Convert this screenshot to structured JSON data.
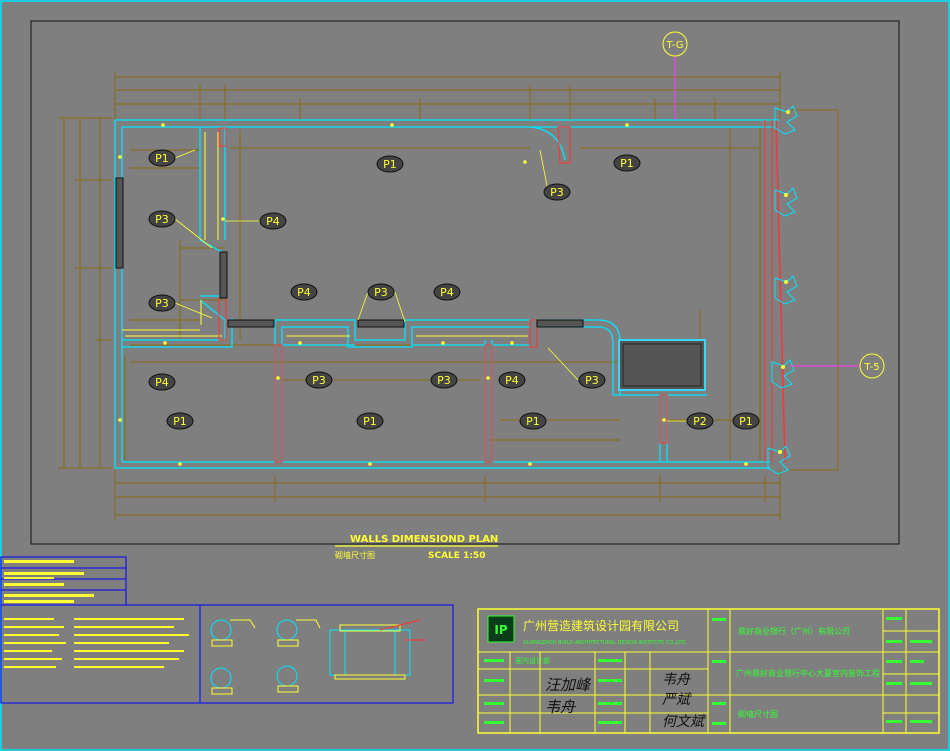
{
  "plan": {
    "title": "WALLS DIMENSIOND PLAN",
    "subtitle_cn": "砌墙尺寸图",
    "scale": "SCALE 1:50"
  },
  "tags": {
    "P1": "P1",
    "P2": "P2",
    "P3": "P3",
    "P4": "P4"
  },
  "elevation_markers": [
    "T-G",
    "T-5"
  ],
  "title_block": {
    "company_cn": "广州营造建筑设计园有限公司",
    "company_en": "GUANGZHOU BUILD ARCHITECTURAL DESIGN INSTITUTE CO.,LTD",
    "client": "鼎好商业银行（广州）有限公司",
    "project": "广州鼎好商业银行中心大厦室内装饰工程",
    "drawing_name": "砌墙尺寸图",
    "design_unit": "室内设计部",
    "signature_1": "汪加峰",
    "signature_2": "韦舟",
    "signature_3": "韦舟",
    "signature_4": "严斌",
    "signature_5": "何文斌"
  },
  "colors": {
    "background": "#7f7f7f",
    "wall_cyan": "#00e5ff",
    "dimension_brown": "#8a6a10",
    "tag_yellow": "#ffff33",
    "hatch_red": "#ff3333",
    "border_white": "#ffffff",
    "legend_blue": "#0000ff",
    "text_green": "#33ff33",
    "marker_magenta": "#ff33ff"
  }
}
